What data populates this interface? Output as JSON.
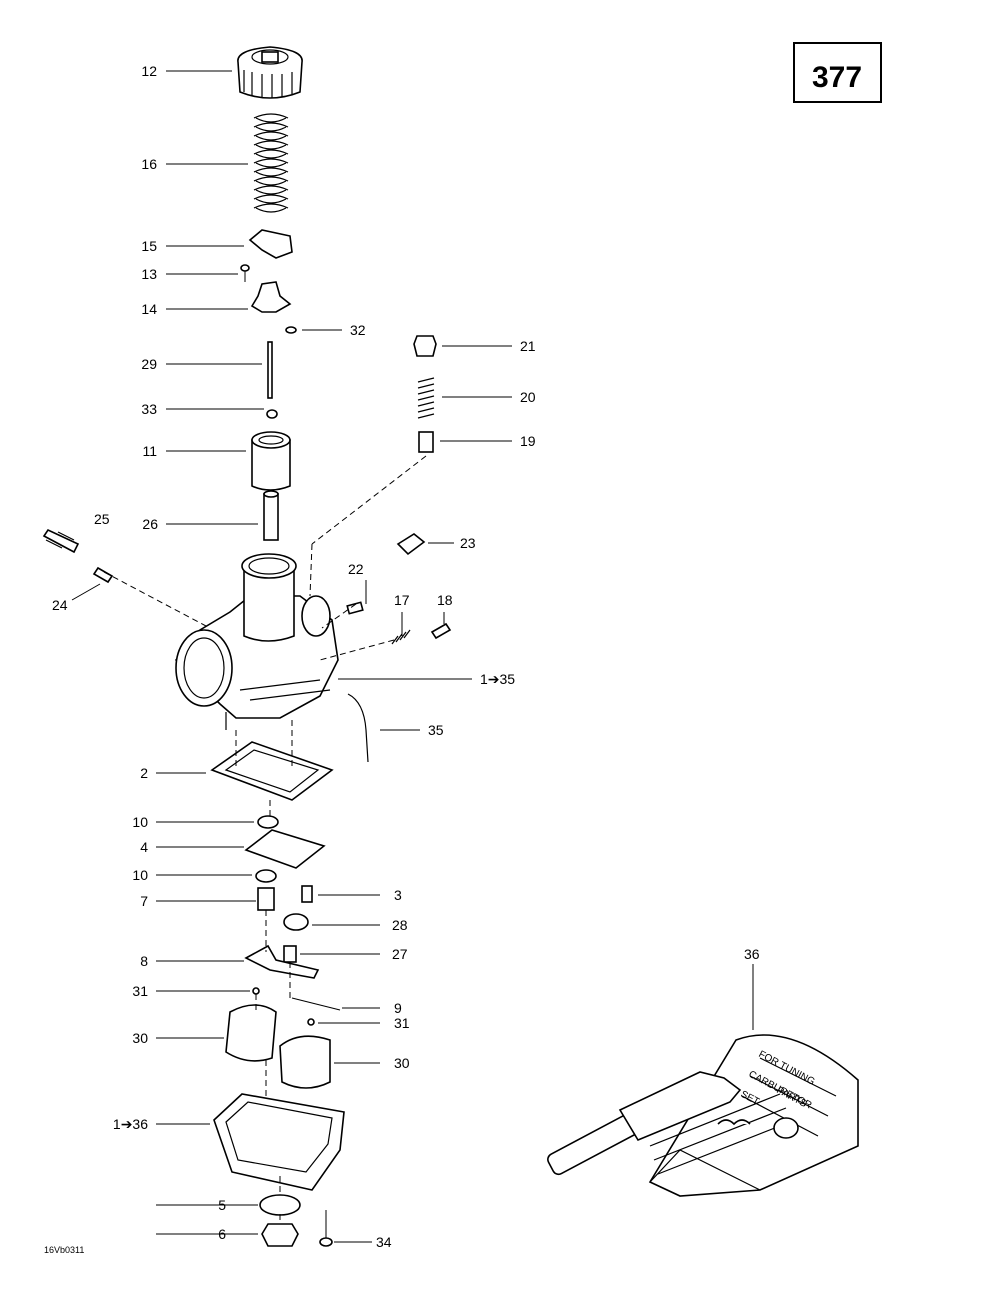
{
  "page_number": "377",
  "drawing_code": "16Vb0311",
  "callouts": [
    {
      "id": "c12",
      "text": "12"
    },
    {
      "id": "c16",
      "text": "16"
    },
    {
      "id": "c15",
      "text": "15"
    },
    {
      "id": "c13",
      "text": "13"
    },
    {
      "id": "c14",
      "text": "14"
    },
    {
      "id": "c32",
      "text": "32"
    },
    {
      "id": "c29",
      "text": "29"
    },
    {
      "id": "c33",
      "text": "33"
    },
    {
      "id": "c11",
      "text": "11"
    },
    {
      "id": "c21",
      "text": "21"
    },
    {
      "id": "c20",
      "text": "20"
    },
    {
      "id": "c19",
      "text": "19"
    },
    {
      "id": "c25",
      "text": "25"
    },
    {
      "id": "c26",
      "text": "26"
    },
    {
      "id": "c23",
      "text": "23"
    },
    {
      "id": "c22",
      "text": "22"
    },
    {
      "id": "c17",
      "text": "17"
    },
    {
      "id": "c18",
      "text": "18"
    },
    {
      "id": "c24",
      "text": "24"
    },
    {
      "id": "c1_35",
      "text": "1➔35"
    },
    {
      "id": "c35",
      "text": "35"
    },
    {
      "id": "c2",
      "text": "2"
    },
    {
      "id": "c10a",
      "text": "10"
    },
    {
      "id": "c4",
      "text": "4"
    },
    {
      "id": "c10b",
      "text": "10"
    },
    {
      "id": "c3",
      "text": "3"
    },
    {
      "id": "c7",
      "text": "7"
    },
    {
      "id": "c28",
      "text": "28"
    },
    {
      "id": "c8",
      "text": "8"
    },
    {
      "id": "c27",
      "text": "27"
    },
    {
      "id": "c31a",
      "text": "31"
    },
    {
      "id": "c9",
      "text": "9"
    },
    {
      "id": "c31b",
      "text": "31"
    },
    {
      "id": "c30a",
      "text": "30"
    },
    {
      "id": "c30b",
      "text": "30"
    },
    {
      "id": "c1_36",
      "text": "1➔36"
    },
    {
      "id": "c5",
      "text": "5"
    },
    {
      "id": "c6",
      "text": "6"
    },
    {
      "id": "c34",
      "text": "34"
    },
    {
      "id": "c36",
      "text": "36"
    }
  ],
  "tool_kit_text": [
    "FOR TUNING",
    "CARBURETOR",
    "SET",
    "PARTS"
  ]
}
